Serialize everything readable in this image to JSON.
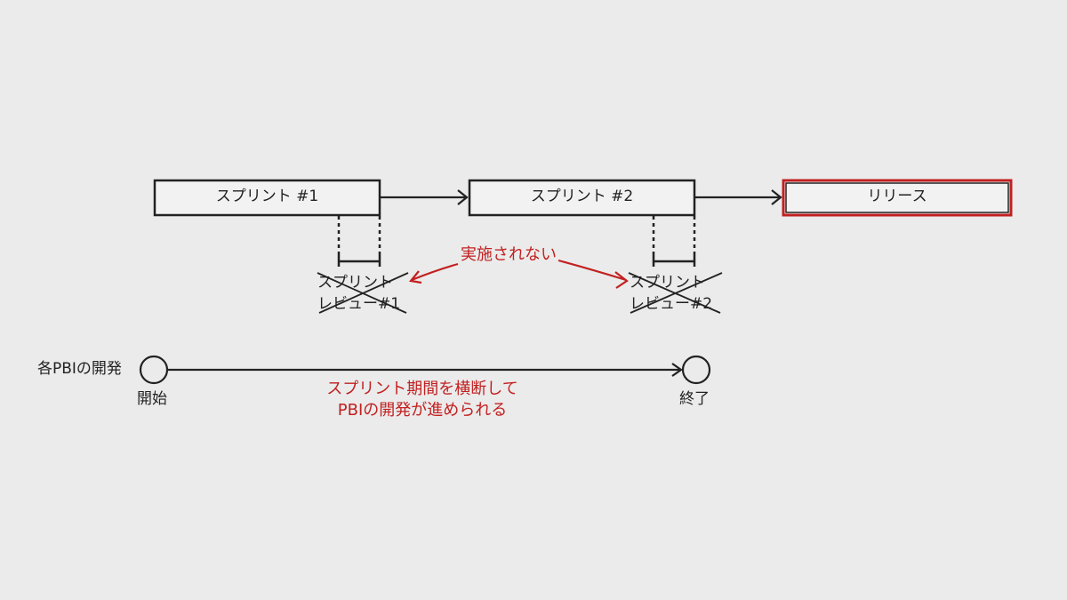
{
  "sprints": [
    {
      "label": "スプリント #1"
    },
    {
      "label": "スプリント #2"
    }
  ],
  "release": {
    "label": "リリース"
  },
  "reviews": [
    {
      "line1": "スプリント",
      "line2": "レビュー#1"
    },
    {
      "line1": "スプリント",
      "line2": "レビュー#2"
    }
  ],
  "not_held": "実施されない",
  "pbi": {
    "title": "各PBIの開発",
    "start": "開始",
    "end": "終了",
    "note_line1": "スプリント期間を横断して",
    "note_line2": "PBIの開発が進められる"
  },
  "colors": {
    "accent": "#c22020",
    "ink": "#222222",
    "background": "#ebebeb"
  }
}
